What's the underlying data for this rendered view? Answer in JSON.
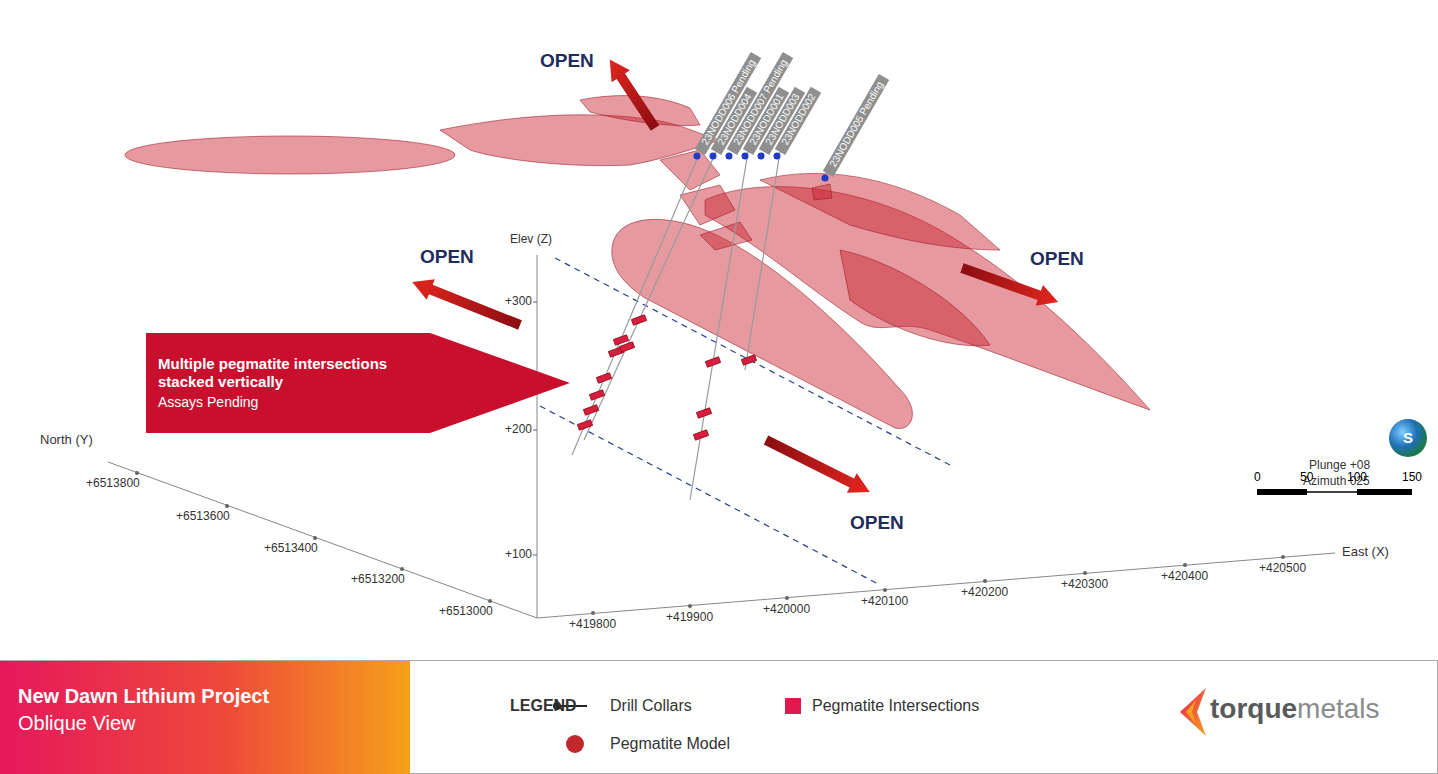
{
  "diagram": {
    "nodes": [
      {
        "text": [
          "Multiple pegmatite intersections stacked vertically",
          "Assays Pending"
        ]
      },
      {
        "text": [
          "New Dawn Lithium Project",
          "Oblique View"
        ]
      },
      {
        "text": [
          "23NODD006 Pending"
        ]
      },
      {
        "text": [
          "23NODD004"
        ]
      },
      {
        "text": [
          "23NODD007 Pending"
        ]
      },
      {
        "text": [
          "23NODD001"
        ]
      },
      {
        "text": [
          "23NODD003"
        ]
      },
      {
        "text": [
          "23NODD002"
        ]
      },
      {
        "text": [
          "23NODD005 Pending"
        ]
      }
    ],
    "labels": [
      "OPEN",
      "OPEN",
      "OPEN",
      "OPEN",
      "Elev (Z)",
      "+300",
      "+200",
      "+100",
      "North (Y)",
      "+6513800",
      "+6513600",
      "+6513400",
      "+6513200",
      "+6513000",
      "+419800",
      "+419900",
      "+420000",
      "+420100",
      "+420200",
      "+420300",
      "+420400",
      "+420500",
      "East (X)",
      "Plunge +08",
      "Azimuth 025",
      "S",
      "0",
      "50",
      "100",
      "150",
      "LEGEND",
      "torque",
      "metals"
    ],
    "legend": [
      {
        "text": "Drill Collars"
      },
      {
        "text": "Pegmatite Intersections",
        "color": "#e0194f"
      },
      {
        "text": "Pegmatite Model",
        "color": "#c0282d"
      }
    ]
  }
}
